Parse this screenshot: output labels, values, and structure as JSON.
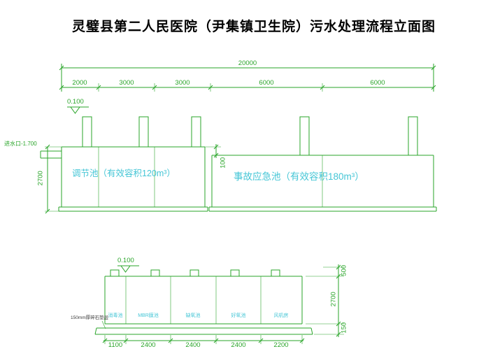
{
  "title": "灵璧县第二人民医院（尹集镇卫生院）污水处理流程立面图",
  "colors": {
    "line_green": "#2aa52a",
    "label_cyan": "#45c6d6",
    "title_black": "#000000"
  },
  "upper_elevation": {
    "total_dim": "20000",
    "segment_dims": [
      "2000",
      "3000",
      "3000",
      "6000",
      "6000"
    ],
    "level_mark": "0.100",
    "inlet_label": "进水口-1.700",
    "height_dim": "2700",
    "step_dim": "100",
    "tanks": [
      {
        "label": "调节池（有效容积120m³）"
      },
      {
        "label": "事故应急池（有效容积180m³）"
      }
    ]
  },
  "lower_elevation": {
    "level_mark": "0.100",
    "base_note": "150mm厚碎石垫层",
    "compartments": [
      "消毒池",
      "MBR膜池",
      "缺氧池",
      "好氧池",
      "风机房"
    ],
    "bottom_dims": [
      "1100",
      "2400",
      "2400",
      "2400",
      "2200"
    ],
    "right_dims": [
      "500",
      "2700",
      "150"
    ]
  }
}
